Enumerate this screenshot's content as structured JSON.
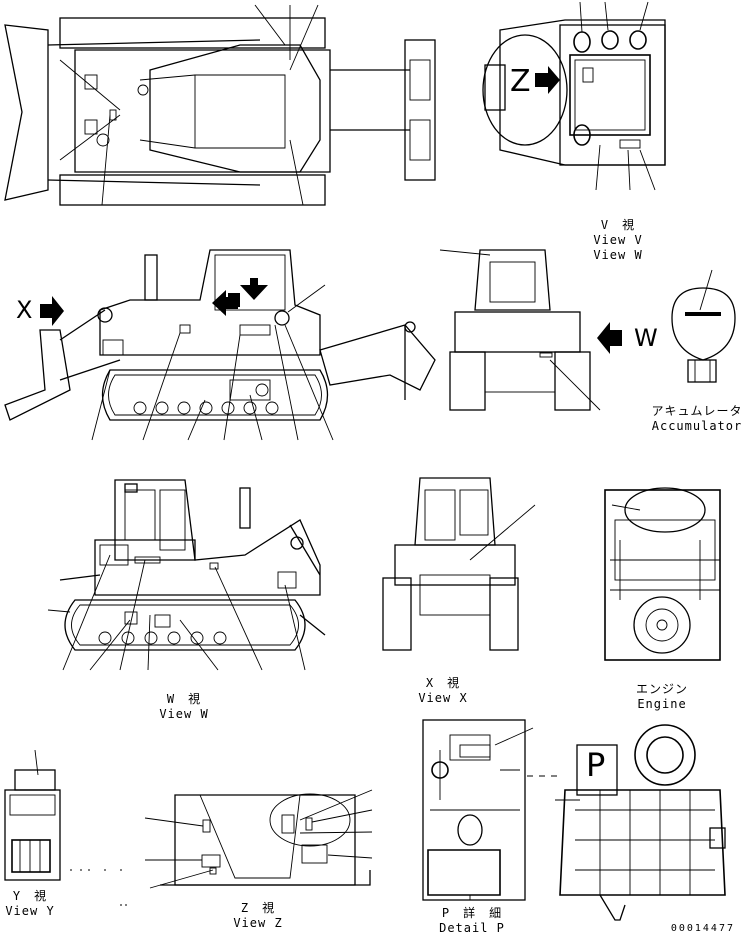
{
  "views": {
    "view_v": {
      "title_jp": "V　視",
      "title_en": "View V"
    },
    "view_w_top": {
      "title_en": "View W"
    },
    "view_w": {
      "title_jp": "W　視",
      "title_en": "View W"
    },
    "view_x": {
      "title_jp": "X　視",
      "title_en": "View X"
    },
    "view_y": {
      "title_jp": "Y　視",
      "title_en": "View Y"
    },
    "view_z": {
      "title_jp": "Z　視",
      "title_en": "View Z"
    },
    "detail_p": {
      "title_jp": "P　詳　細",
      "title_en": "Detail P"
    },
    "accumulator": {
      "title_jp": "アキュムレータ",
      "title_en": "Accumulator"
    },
    "engine": {
      "title_jp": "エンジン",
      "title_en": "Engine"
    }
  },
  "markers": {
    "x": "X",
    "w": "W",
    "z": "Z",
    "p": "P"
  },
  "document_number": "00014477",
  "colors": {
    "line": "#000000",
    "background": "#ffffff"
  }
}
